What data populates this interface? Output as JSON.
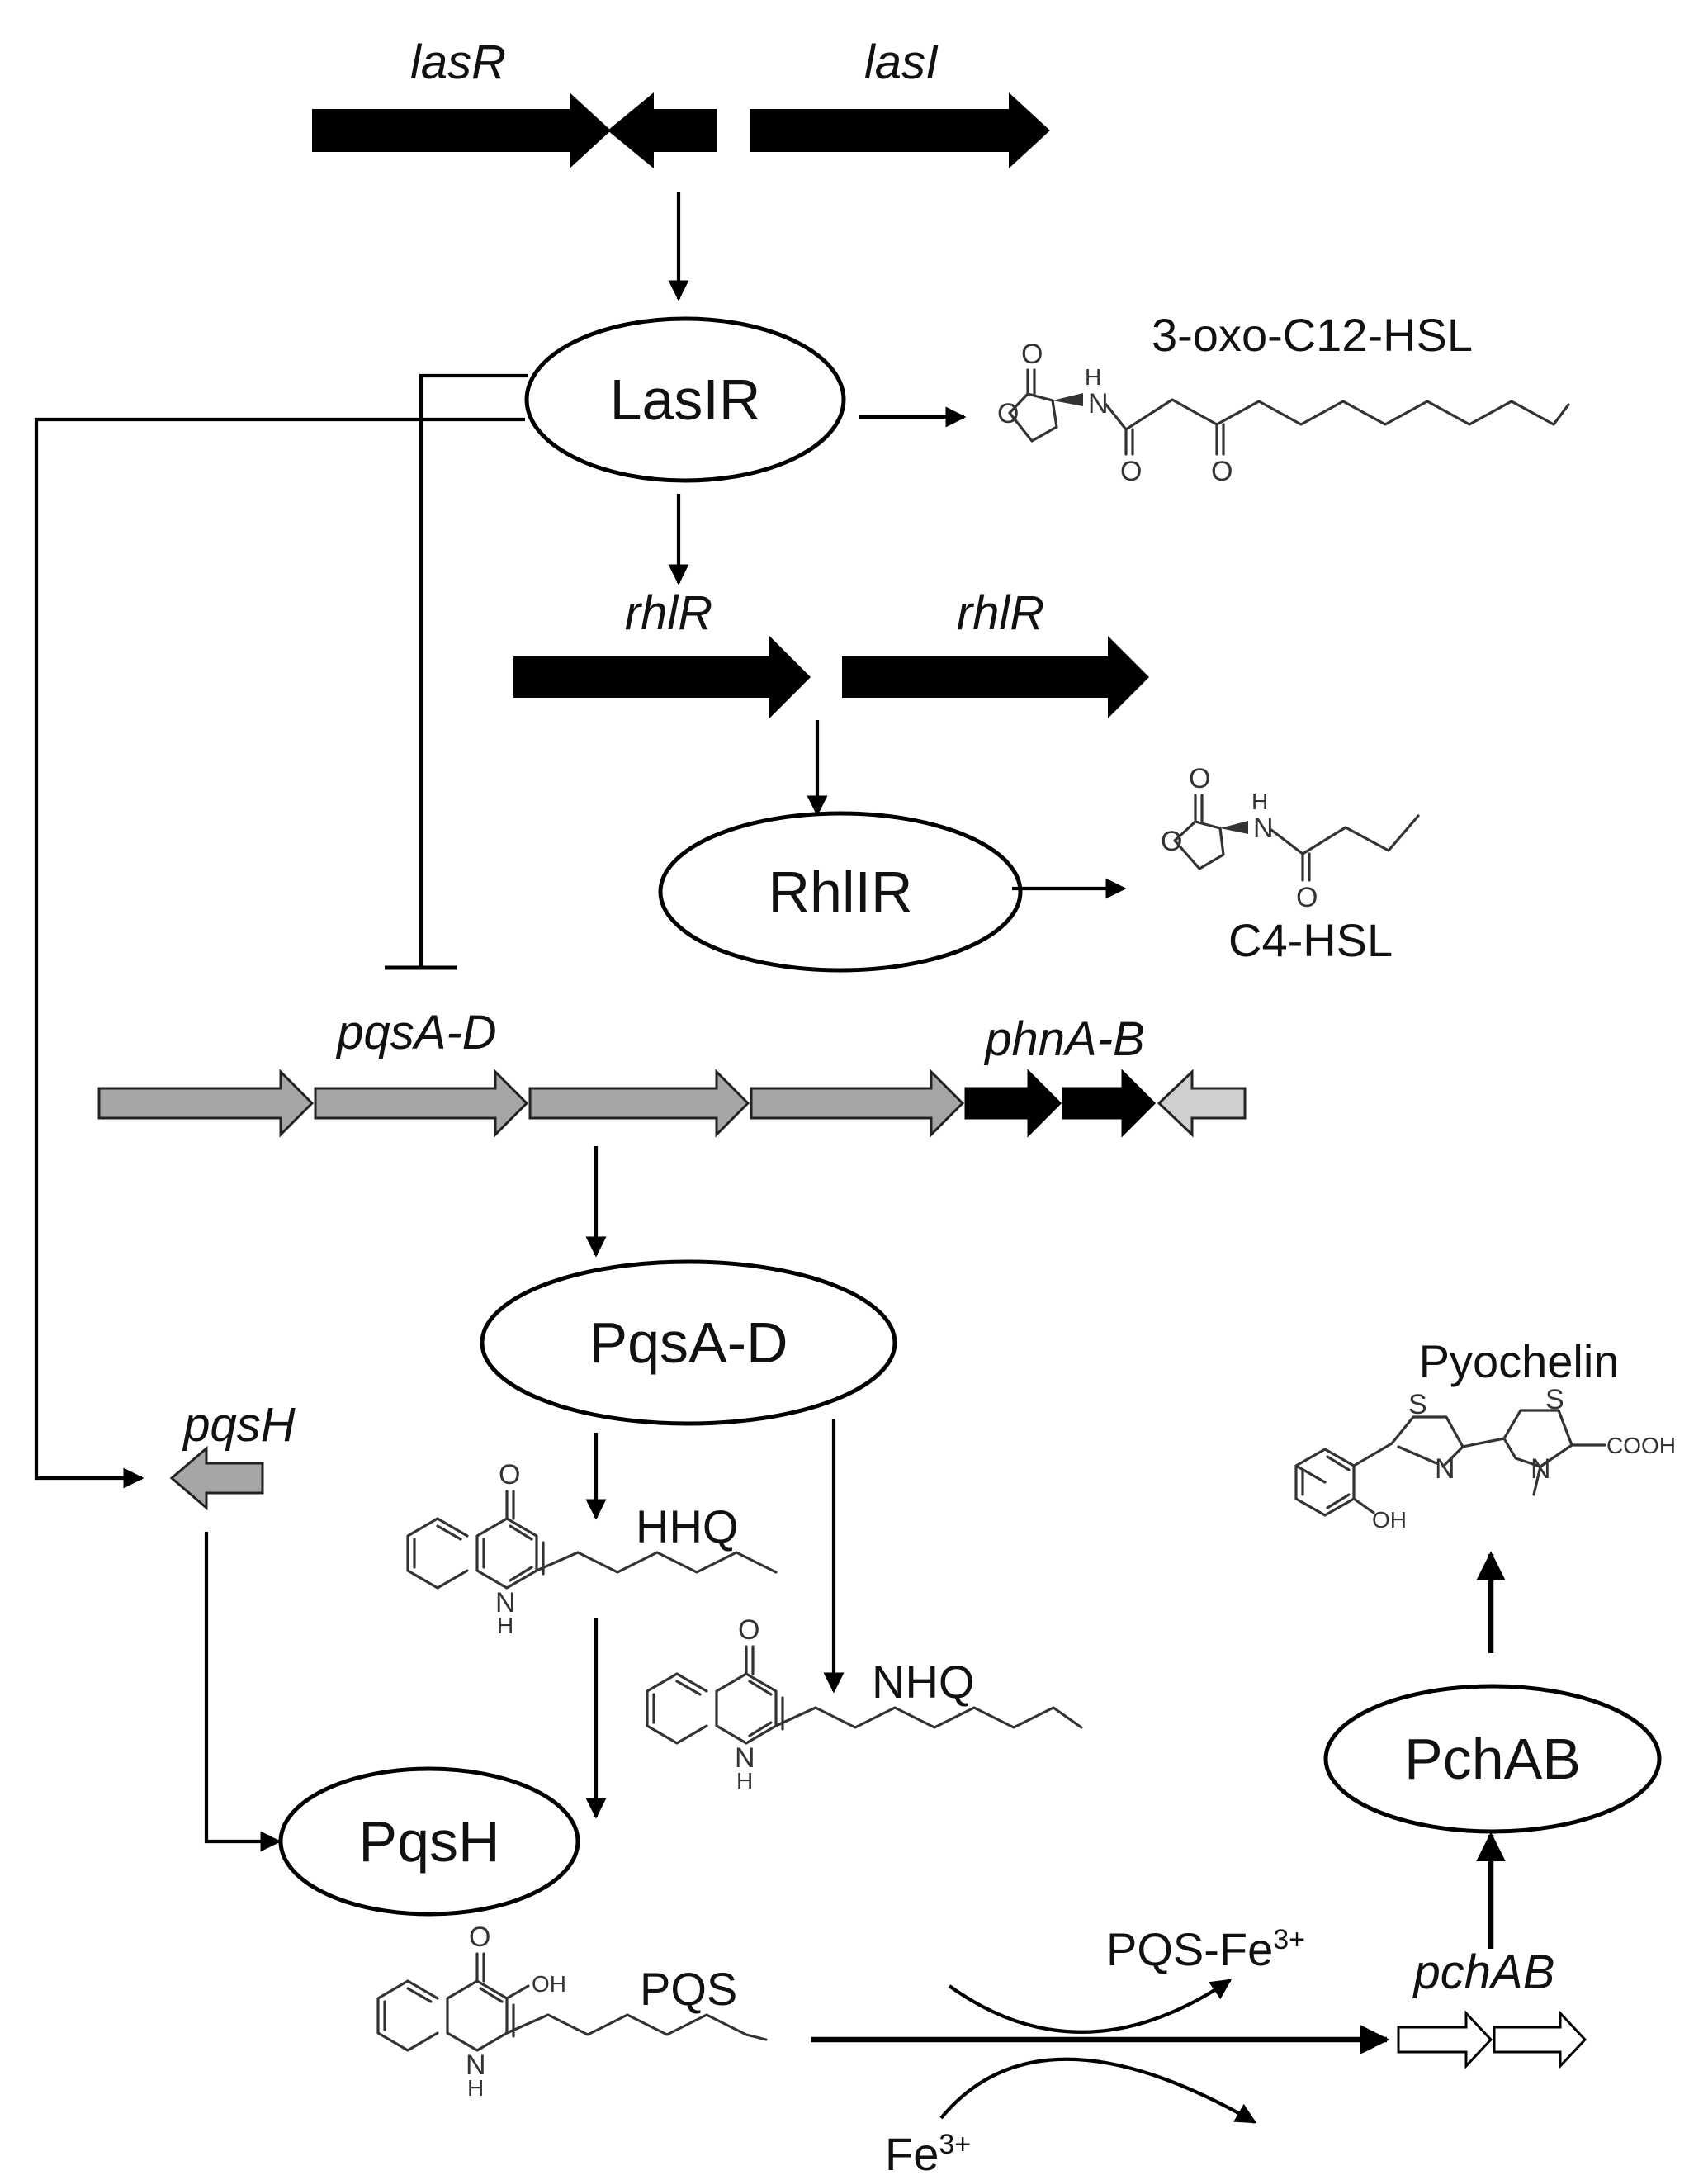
{
  "genes": {
    "lasR": "lasR",
    "lasI": "lasI",
    "rhlR_1": "rhlR",
    "rhlR_2": "rhlR",
    "pqsA_D": "pqsA-D",
    "phnA_B": "phnA-B",
    "pqsH": "pqsH",
    "pchAB": "pchAB"
  },
  "nodes": {
    "LasIR": "LasIR",
    "RhlIR": "RhlIR",
    "PqsA_D": "PqsA-D",
    "PqsH": "PqsH",
    "PchAB": "PchAB"
  },
  "molecules": {
    "oxo_C12_HSL": "3-oxo-C12-HSL",
    "C4_HSL": "C4-HSL",
    "HHQ": "HHQ",
    "NHQ": "NHQ",
    "PQS": "PQS",
    "Pyochelin": "Pyochelin",
    "PQS_Fe": "PQS-Fe",
    "PQS_Fe_charge": "3+",
    "Fe": "Fe",
    "Fe_charge": "3+"
  },
  "atoms": {
    "O": "O",
    "N": "N",
    "H": "H",
    "NH": "H",
    "OH": "OH",
    "S": "S",
    "COOH": "COOH"
  },
  "colors": {
    "gene_black": "#000000",
    "gene_gray": "#a6a6a6",
    "gene_light": "#cfcfcf",
    "gene_white": "#ffffff",
    "line": "#000000"
  },
  "relations": [
    {
      "from": "lasR/lasI",
      "to": "LasIR",
      "type": "activates"
    },
    {
      "from": "LasIR",
      "to": "3-oxo-C12-HSL",
      "type": "produces"
    },
    {
      "from": "LasIR",
      "to": "rhlR",
      "type": "activates"
    },
    {
      "from": "rhlR",
      "to": "RhlIR",
      "type": "activates"
    },
    {
      "from": "RhlIR",
      "to": "C4-HSL",
      "type": "produces"
    },
    {
      "from": "LasIR",
      "to": "pqsA-D",
      "type": "inhibits"
    },
    {
      "from": "LasIR",
      "to": "pqsH",
      "type": "activates"
    },
    {
      "from": "pqsA-D",
      "to": "PqsA-D",
      "type": "activates"
    },
    {
      "from": "PqsA-D",
      "to": "HHQ",
      "type": "produces"
    },
    {
      "from": "PqsA-D",
      "to": "NHQ",
      "type": "produces"
    },
    {
      "from": "pqsH",
      "to": "PqsH",
      "type": "activates"
    },
    {
      "from": "HHQ",
      "to": "PQS",
      "type": "converts"
    },
    {
      "from": "PQS",
      "to": "pchAB",
      "type": "activates"
    },
    {
      "from": "pchAB",
      "to": "PchAB",
      "type": "activates"
    },
    {
      "from": "PchAB",
      "to": "Pyochelin",
      "type": "produces"
    }
  ]
}
